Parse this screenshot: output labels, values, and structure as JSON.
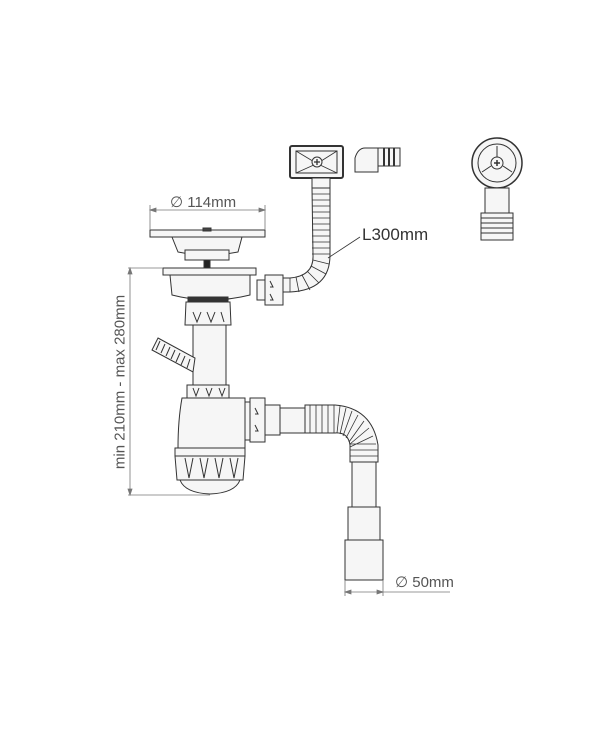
{
  "dimensions": {
    "strainer_diameter": "∅ 114mm",
    "overflow_hose_length": "L300mm",
    "outlet_diameter": "∅ 50mm",
    "height_range": "min 210mm - max 280mm"
  },
  "colors": {
    "line": "#333333",
    "dim_line": "#777777",
    "fill": "#f4f4f4"
  }
}
